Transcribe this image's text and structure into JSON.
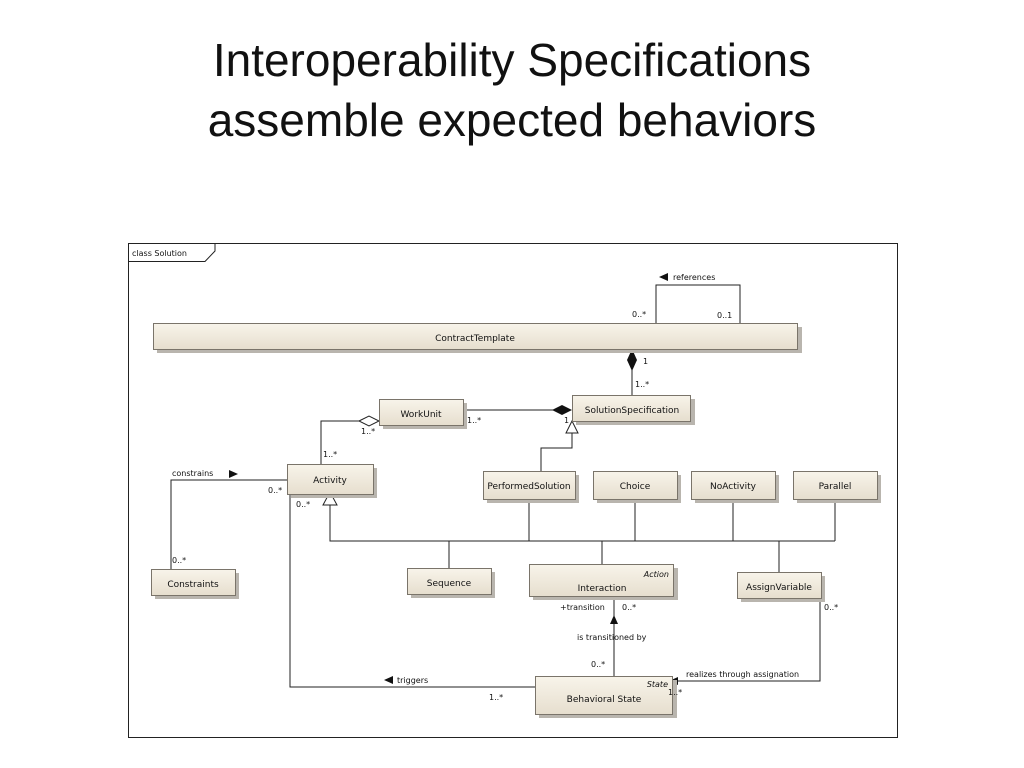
{
  "slide": {
    "title_line1": "Interoperability Specifications",
    "title_line2": "assemble expected behaviors"
  },
  "diagram": {
    "frame_label": "class Solution",
    "classes": {
      "contract_template": "ContractTemplate",
      "work_unit": "WorkUnit",
      "solution_specification": "SolutionSpecification",
      "activity": "Activity",
      "performed_solution": "PerformedSolution",
      "choice": "Choice",
      "no_activity": "NoActivity",
      "parallel": "Parallel",
      "constraints": "Constraints",
      "sequence": "Sequence",
      "interaction": "Interaction",
      "interaction_stereotype": "Action",
      "assign_variable": "AssignVariable",
      "behavioral_state": "Behavioral State",
      "behavioral_state_stereotype": "State"
    },
    "associations": {
      "references": "references",
      "constrains": "constrains",
      "triggers": "triggers",
      "is_transitioned_by": "is transitioned by",
      "realizes_through_assignation": "realizes through assignation",
      "transition_role": "+transition"
    },
    "multiplicities": {
      "ref_source": "0..*",
      "ref_target": "0..1",
      "ct_one": "1",
      "ss_many": "1..*",
      "wu_many": "1..*",
      "ss_one": "1",
      "wu_top": "1..*",
      "act_top": "1..*",
      "constrains_act": "0..*",
      "constraints_top": "0..*",
      "act_bottom": "0..*",
      "inter_bottom": "0..*",
      "bs_top": "0..*",
      "av_bottom": "0..*",
      "bs_right": "1..*",
      "triggers_bs": "1..*"
    }
  }
}
